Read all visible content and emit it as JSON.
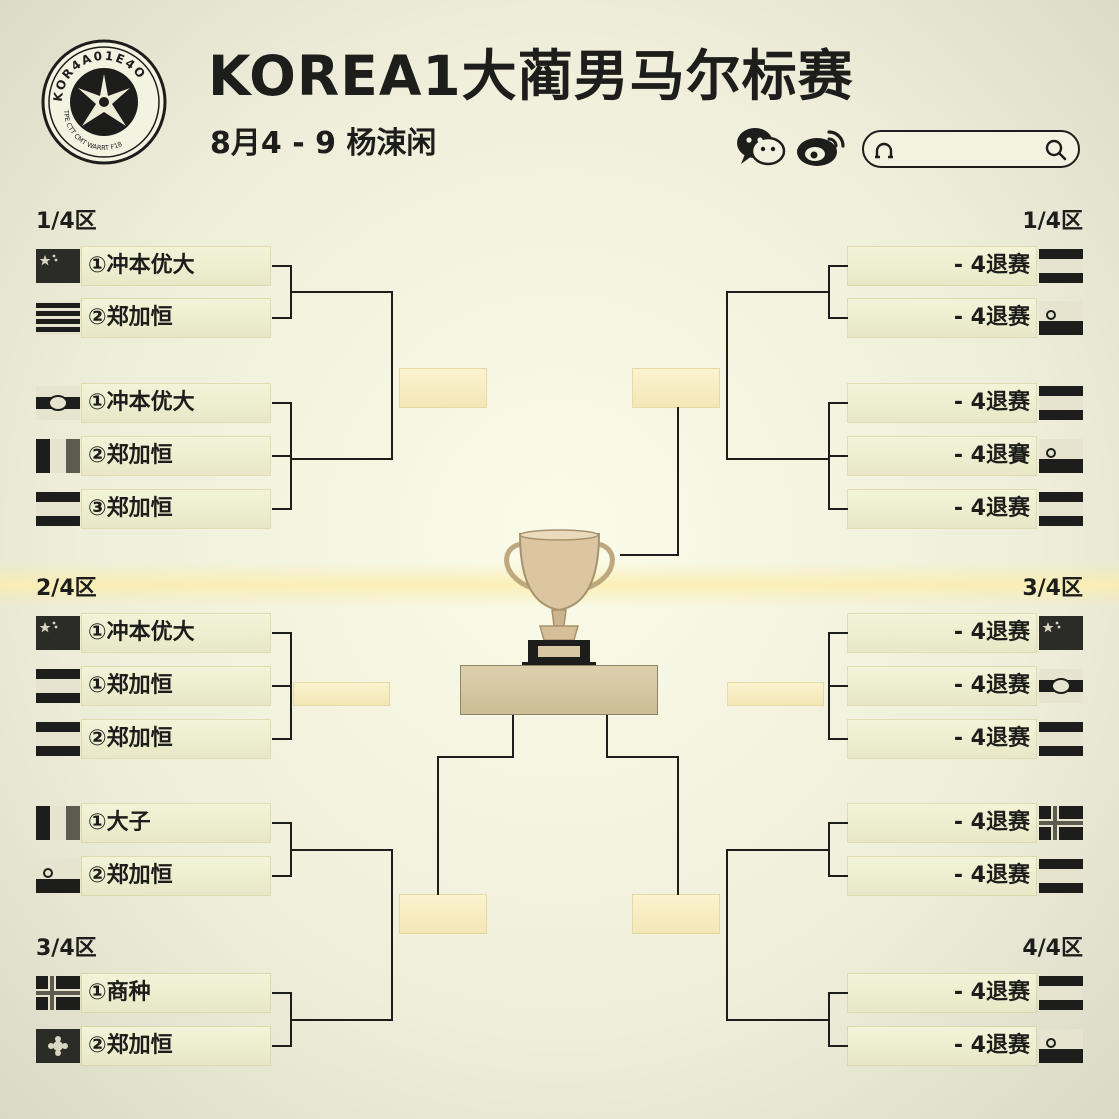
{
  "header": {
    "logo_ring_text": "KOR4A01E4O",
    "logo_bottom_text": "TPE CTT CMT WARRT F18",
    "title": "KOREA1大蔺男马尔标赛",
    "subtitle": "8月4 - 9 杨涑闲",
    "social": [
      {
        "icon": "wechat-icon"
      },
      {
        "icon": "weibo-icon"
      }
    ],
    "search": {
      "value": "",
      "placeholder": ""
    }
  },
  "left": {
    "regions": {
      "top": "1/4区",
      "mid": "2/4区",
      "bottom": "3/4区"
    },
    "players": [
      {
        "label": "①冲本优大",
        "flag": "flag-dark-star"
      },
      {
        "label": "②郑加恒",
        "flag": "flag-horizontal-stripes"
      },
      {
        "label": "①冲本优大",
        "flag": "flag-emblem-band"
      },
      {
        "label": "②郑加恒",
        "flag": "flag-vertical-tricolor"
      },
      {
        "label": "③郑加恒",
        "flag": "flag-three-bands"
      },
      {
        "label": "①冲本优大",
        "flag": "flag-dark-star"
      },
      {
        "label": "①郑加恒",
        "flag": "flag-three-bands"
      },
      {
        "label": "②郑加恒",
        "flag": "flag-three-bands"
      },
      {
        "label": "①大子",
        "flag": "flag-vertical-tricolor"
      },
      {
        "label": "②郑加恒",
        "flag": "flag-emblem-corner"
      },
      {
        "label": "①商种",
        "flag": "flag-nordic-cross"
      },
      {
        "label": "②郑加恒",
        "flag": "flag-dark-flower"
      }
    ]
  },
  "right": {
    "regions": {
      "top": "1/4区",
      "mid": "3/4区",
      "bottom": "4/4区"
    },
    "players": [
      {
        "label": "- 4退赛",
        "flag": "flag-three-bands"
      },
      {
        "label": "- 4退赛",
        "flag": "flag-emblem-corner"
      },
      {
        "label": "- 4退赛",
        "flag": "flag-three-bands"
      },
      {
        "label": "- 4退賽",
        "flag": "flag-emblem-corner"
      },
      {
        "label": "- 4退赛",
        "flag": "flag-three-bands"
      },
      {
        "label": "- 4退赛",
        "flag": "flag-dark-star"
      },
      {
        "label": "- 4退赛",
        "flag": "flag-emblem-band"
      },
      {
        "label": "- 4退赛",
        "flag": "flag-three-bands"
      },
      {
        "label": "- 4退赛",
        "flag": "flag-nordic-cross"
      },
      {
        "label": "- 4退赛",
        "flag": "flag-three-bands"
      },
      {
        "label": "- 4退赛",
        "flag": "flag-three-bands"
      },
      {
        "label": "- 4退赛",
        "flag": "flag-emblem-corner"
      }
    ]
  },
  "colors": {
    "ink": "#1d1d1b",
    "box": "#eeeed2",
    "slot": "#f7edc3",
    "trophy": "#d8c4a0",
    "glow": "#faeeaf"
  }
}
